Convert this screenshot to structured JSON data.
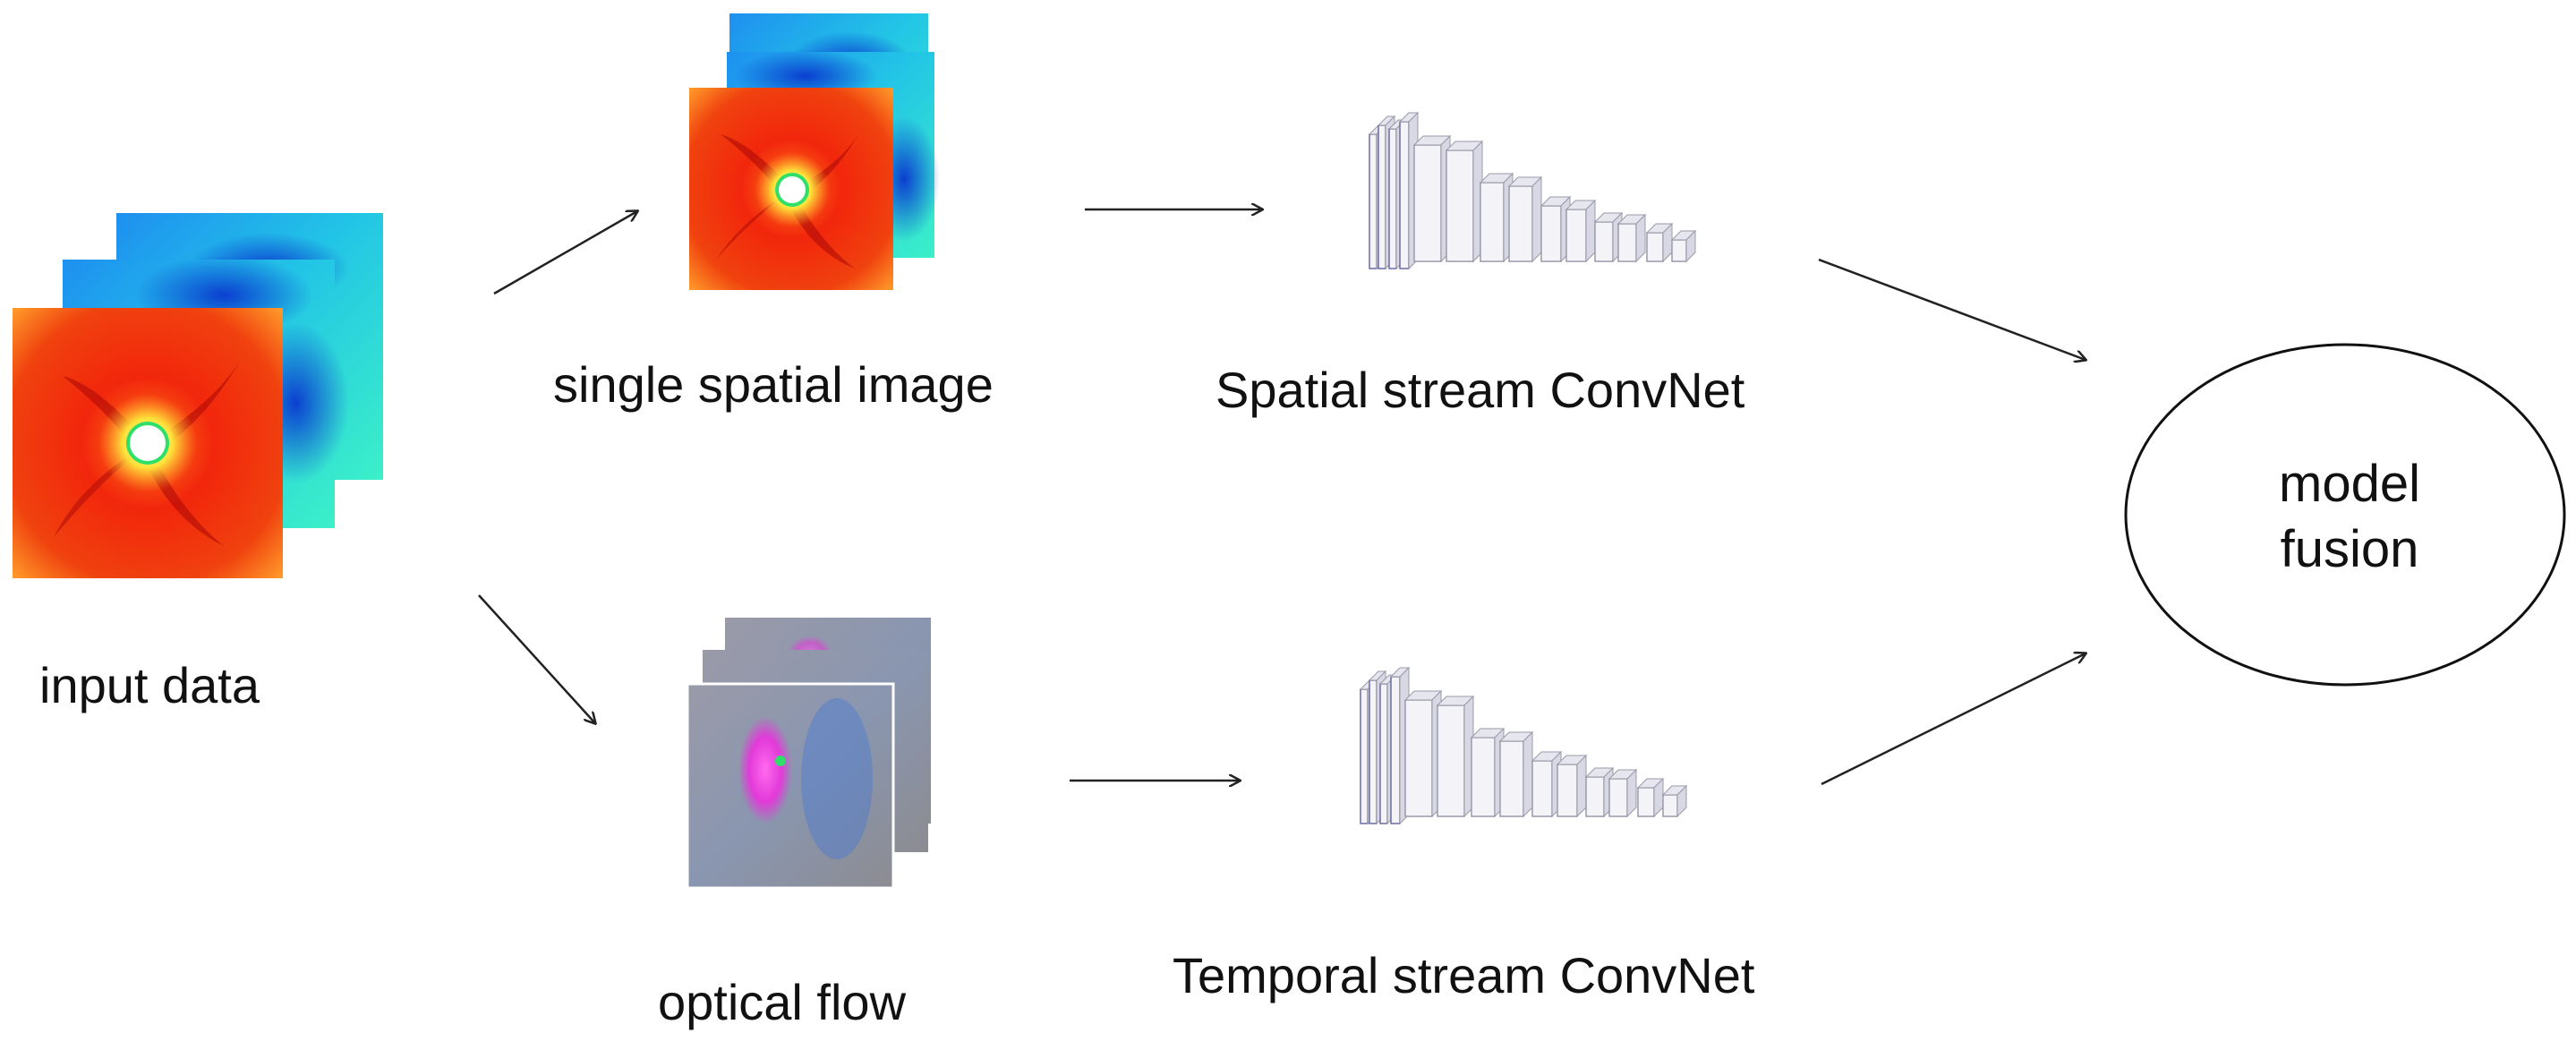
{
  "labels": {
    "input": "input data",
    "spatial_image": "single spatial image",
    "spatial_net": "Spatial stream ConvNet",
    "optical_flow": "optical flow",
    "temporal_net": "Temporal stream ConvNet",
    "fusion_line1": "model",
    "fusion_line2": "fusion"
  },
  "colors": {
    "arrow": "#222222",
    "heatmap_hot": "#e8140a",
    "heatmap_cold": "#1fb2e8",
    "flow_gray": "#8a8a8a",
    "flow_magenta": "#e23ad8",
    "convnet_outline": "#6b6ba8"
  }
}
